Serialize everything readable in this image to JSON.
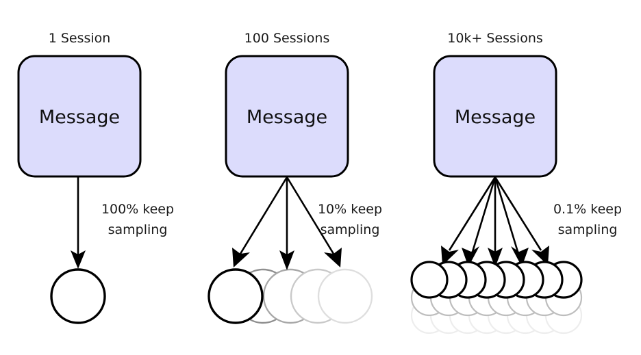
{
  "diagram": {
    "title_hidden": "",
    "colors": {
      "box_fill": "#dcdcfc",
      "box_stroke": "#000000",
      "arrow": "#000000",
      "circle_dark": "#000000",
      "circle_mid": "#9a9a9a",
      "circle_light": "#d8d8d8",
      "circle_faint": "#ececec",
      "background": "#ffffff",
      "text": "#1a1a1a"
    },
    "groups": [
      {
        "id": "one-session",
        "title": "1 Session",
        "box_label": "Message",
        "sample_label_line1": "100% keep",
        "sample_label_line2": "sampling",
        "arrow_count": 1,
        "kept_circles": 1,
        "total_circles": 1,
        "circle_rows": 1
      },
      {
        "id": "hundred-sessions",
        "title": "100 Sessions",
        "box_label": "Message",
        "sample_label_line1": "10% keep",
        "sample_label_line2": "sampling",
        "arrow_count": 3,
        "kept_circles": 1,
        "total_circles": 5,
        "circle_rows": 1
      },
      {
        "id": "tenk-sessions",
        "title": "10k+ Sessions",
        "box_label": "Message",
        "sample_label_line1": "0.1% keep",
        "sample_label_line2": "sampling",
        "arrow_count": 5,
        "kept_circles": 8,
        "total_circles": 24,
        "circle_rows": 3
      }
    ]
  }
}
